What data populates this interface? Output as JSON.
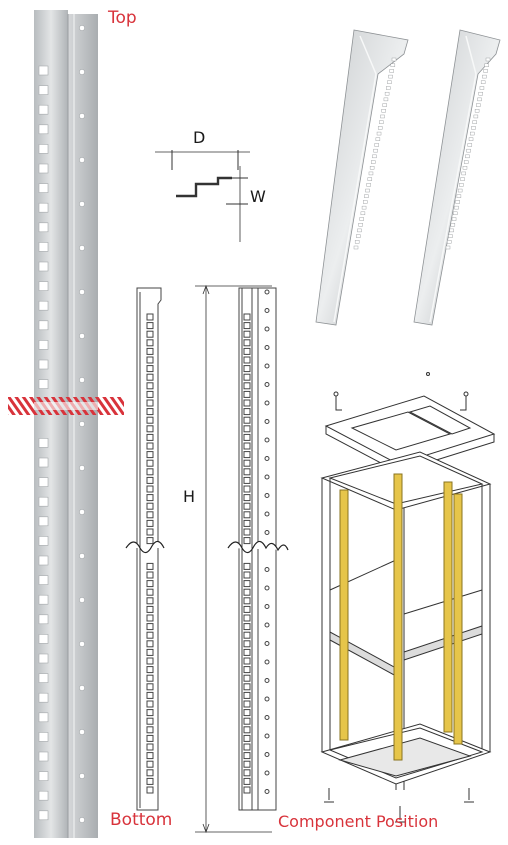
{
  "labels": {
    "top": "Top",
    "bottom": "Bottom",
    "depth": "D",
    "width": "W",
    "height": "H",
    "component_position": "Component Position"
  },
  "colors": {
    "label_red": "#d8333b",
    "break_red": "#d8333b",
    "rail_silver": "#cfd2d4",
    "rail_yellow": "#e6c54a"
  }
}
